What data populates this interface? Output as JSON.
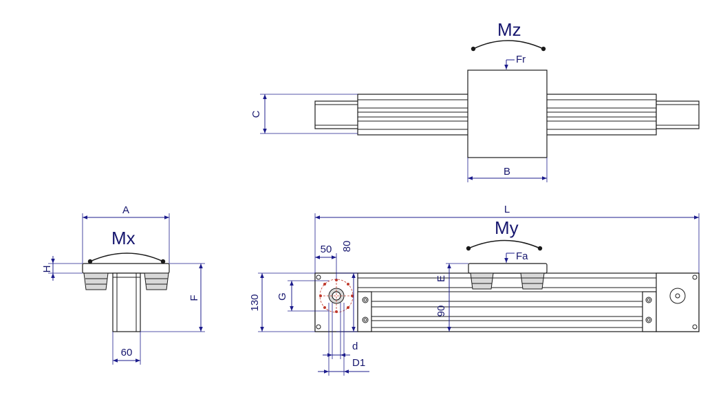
{
  "labels": {
    "mz": "Mz",
    "fr": "Fr",
    "c": "C",
    "b": "B",
    "a": "A",
    "mx": "Mx",
    "h": "H",
    "f": "F",
    "w60": "60",
    "l": "L",
    "my": "My",
    "fa": "Fa",
    "e": "E",
    "w50": "50",
    "w80": "80",
    "h130": "130",
    "g": "G",
    "h90": "90",
    "d": "d",
    "d1": "D1"
  },
  "colors": {
    "dimension": "#16166e",
    "outline": "#1a1a1a",
    "mounting_holes": "#c0392b"
  }
}
